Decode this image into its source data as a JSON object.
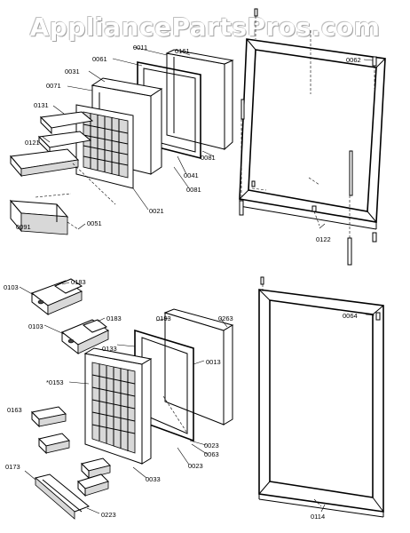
{
  "watermark": "AppliancePartsPros.com",
  "labels": {
    "p0011": "0011",
    "p0161": "0161",
    "p0061a": "0061",
    "p0031": "0031",
    "p0071": "0071",
    "p0131": "0131",
    "p0121": "0121",
    "p0081a": "0081",
    "p0041": "0041",
    "p0081b": "0081",
    "p0021": "0021",
    "p0091": "0091",
    "p0051": "0051",
    "p0062": "0062",
    "p0122": "0122",
    "p0103a": "0103",
    "p0183a": "0183",
    "p0103b": "0103",
    "p0183b": "0183",
    "p0193": "0193",
    "p0263": "0263",
    "p0133": "0133",
    "p0013": "0013",
    "p0153": "*0153",
    "p0163": "0163",
    "p0033": "0033",
    "p0023a": "0023",
    "p0063": "0063",
    "p0023b": "0023",
    "p0173": "0173",
    "p0223": "0223",
    "p0064": "0064",
    "p0114": "0114"
  }
}
